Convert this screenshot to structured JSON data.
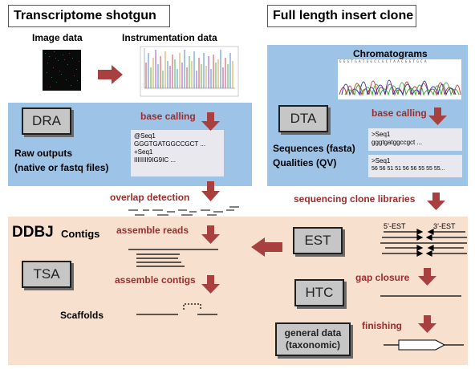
{
  "titles": {
    "left": "Transcriptome shotgun",
    "right": "Full length insert clone"
  },
  "labels": {
    "image_data": "Image data",
    "instrumentation_data": "Instrumentation data",
    "chromatograms": "Chromatograms",
    "raw_outputs_line1": "Raw outputs",
    "raw_outputs_line2": "(native or fastq files)",
    "sequences_line1": "Sequences (fasta)",
    "sequences_line2": "Qualities (QV)",
    "ddbj": "DDBJ",
    "contigs": "Contigs",
    "scaffolds": "Scaffolds",
    "est_5": "5’-EST",
    "est_3": "3’-EST"
  },
  "steps": {
    "base_calling_left": "base calling",
    "base_calling_right": "base calling",
    "overlap_detection": "overlap detection",
    "sequencing_clone_libraries": "sequencing clone libraries",
    "assemble_reads": "assemble reads",
    "assemble_contigs": "assemble contigs",
    "gap_closure": "gap closure",
    "finishing": "finishing"
  },
  "boxes": {
    "dra": "DRA",
    "dta": "DTA",
    "tsa": "TSA",
    "est": "EST",
    "htc": "HTC",
    "general_line1": "general data",
    "general_line2": "(taxonomic)"
  },
  "fastq": {
    "line1": "@Seq1",
    "line2": "GGGTGATGGCCGCT ...",
    "line3": "+Seq1",
    "line4": "IIIIIIII9IG9IC ..."
  },
  "fasta": {
    "line1": ">Seq1",
    "line2": "gggtgatggccgct ..."
  },
  "qual": {
    "line1": ">Seq1",
    "line2": "56 56 51 51 56 56 55 55 55..."
  },
  "colors": {
    "blue_panel": "#9dc3e6",
    "peach_panel": "#f8e0cf",
    "arrow": "#a94040",
    "step_text": "#9b2d2d",
    "db_box": "#c6c6c6"
  }
}
